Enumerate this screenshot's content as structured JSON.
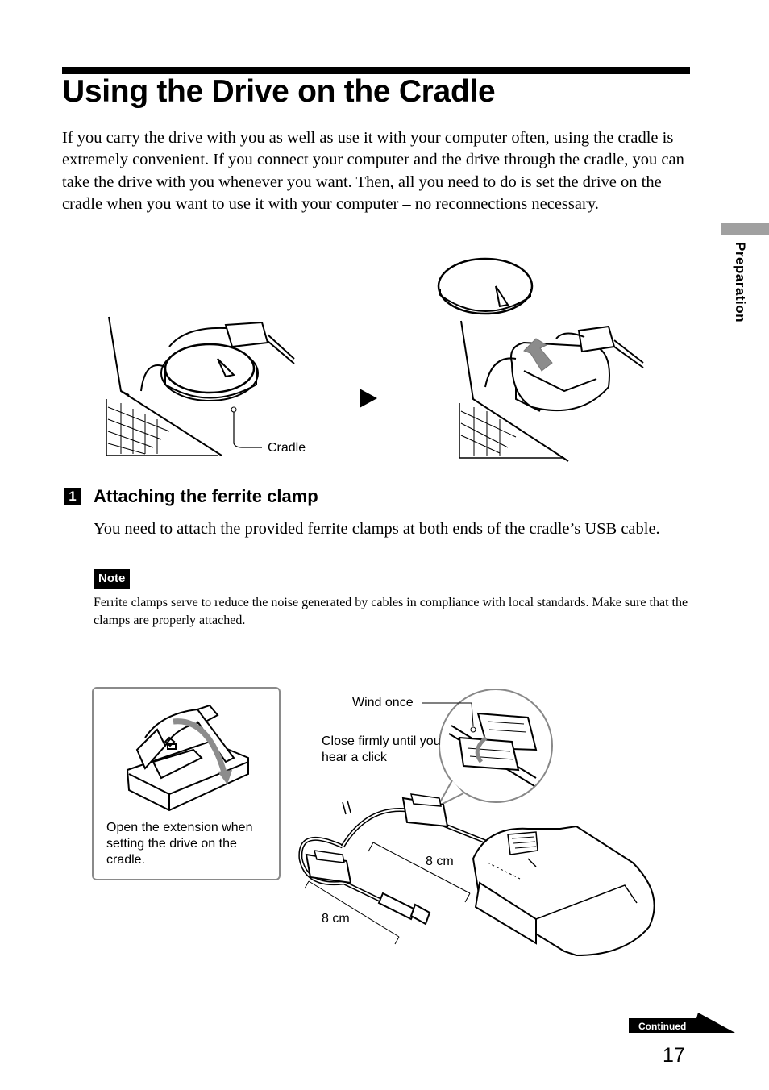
{
  "page": {
    "title": "Using the Drive on the Cradle",
    "intro": "If you carry the drive with you as well as use it with your computer often, using the cradle is extremely convenient. If you connect your computer and the drive through the cradle, you can take the drive with you whenever you want. Then, all you need to do is set the drive on the cradle when you want to use it with your computer – no reconnections necessary.",
    "side_tab": "Preparation",
    "page_number": "17",
    "continued": "Continued"
  },
  "figure1": {
    "cradle_label": "Cradle"
  },
  "step1": {
    "number": "1",
    "title": "Attaching the ferrite clamp",
    "body": "You need to attach the provided ferrite clamps at both ends of the cradle’s USB cable.",
    "note_label": "Note",
    "note_text": "Ferrite clamps serve to reduce the noise generated by cables in compliance with local standards. Make sure that the clamps are properly attached."
  },
  "figure2": {
    "box_caption": "Open the extension when setting the drive on the cradle.",
    "wind_once": "Wind once",
    "close_firmly": "Close firmly until you hear a click",
    "dist_1": "8 cm",
    "dist_2": "8 cm"
  }
}
